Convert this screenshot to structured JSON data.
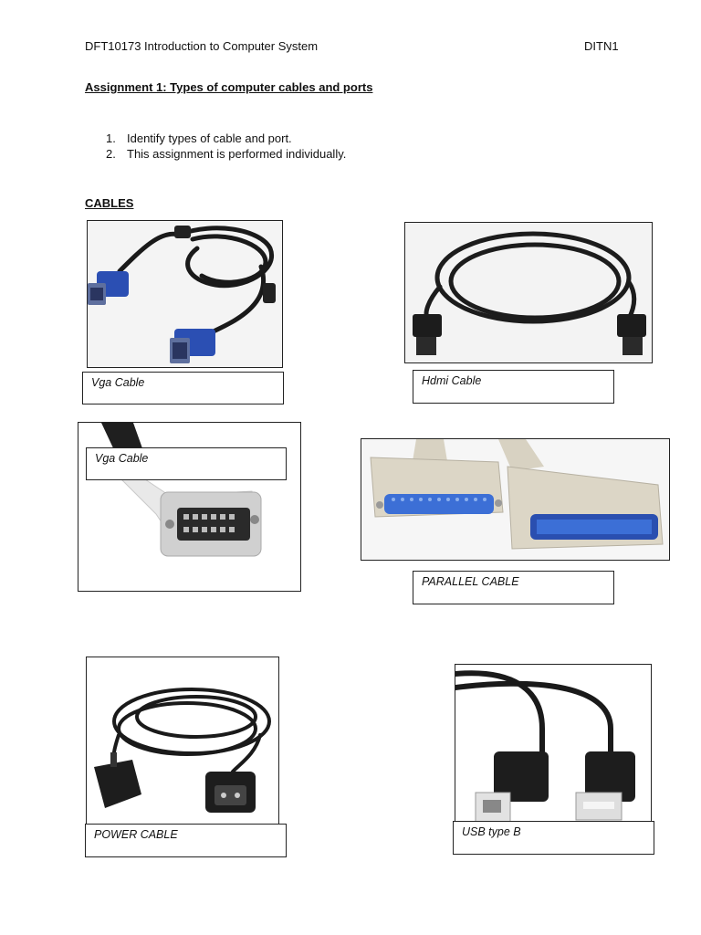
{
  "header": {
    "course": "DFT10173 Introduction to Computer System",
    "class": "DITN1"
  },
  "assignment_title": "Assignment 1: Types of computer cables and ports",
  "instructions": [
    {
      "num": "1.",
      "text": "Identify types of cable and port."
    },
    {
      "num": "2.",
      "text": "This assignment is performed individually."
    }
  ],
  "section_title": "CABLES",
  "figures": [
    {
      "label": "Vga Cable",
      "icon": "vga-cable-icon"
    },
    {
      "label": "Hdmi Cable",
      "icon": "hdmi-cable-icon"
    },
    {
      "label": "Vga Cable",
      "icon": "dvi-connector-icon"
    },
    {
      "label": "PARALLEL CABLE",
      "icon": "parallel-cable-icon"
    },
    {
      "label": "POWER CABLE",
      "icon": "power-cable-icon"
    },
    {
      "label": "USB type B",
      "icon": "usb-cable-icon"
    }
  ],
  "colors": {
    "vga_blue": "#2b4fb3",
    "cable_black": "#1a1a1a",
    "connector_beige": "#d8d2c2"
  }
}
